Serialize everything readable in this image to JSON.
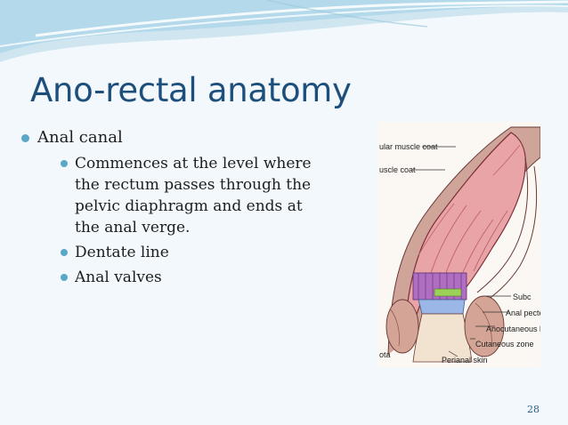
{
  "slide": {
    "title": "Ano-rectal anatomy",
    "bullet": "Anal canal",
    "sub_bullets": [
      "Commences at the level where the rectum passes through the pelvic diaphragm and ends at the anal verge.",
      "Dentate line",
      "Anal valves"
    ],
    "page_number": "28"
  },
  "figure": {
    "labels": [
      "ular muscle coat",
      "uscle coat",
      "Subc",
      "Anal pecte",
      "Anocutaneous li",
      "Cutaneous zone",
      "Perianal skin",
      "ota"
    ]
  },
  "colors": {
    "title": "#1d4f7c",
    "bullet": "#5aa8c7",
    "swoosh": "#a9d3e6",
    "background": "#f3f8fc"
  }
}
